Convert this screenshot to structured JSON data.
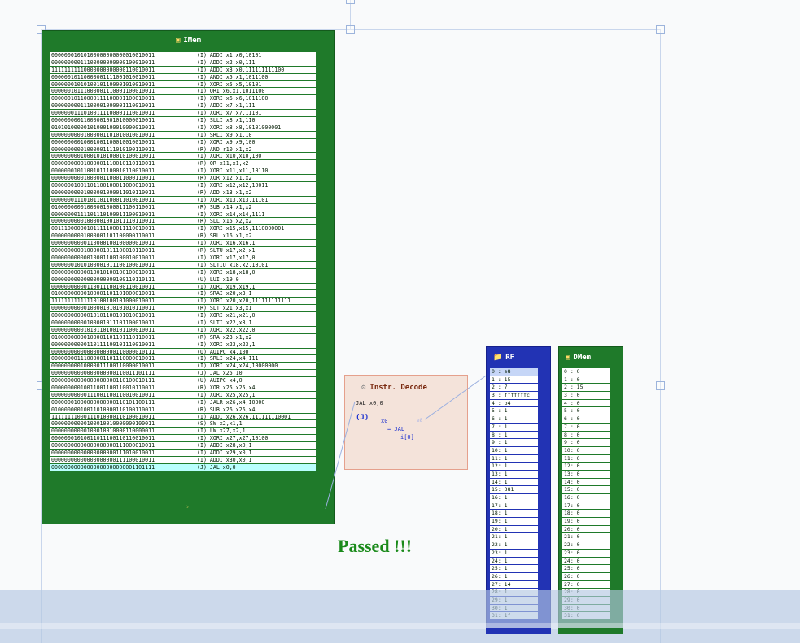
{
  "imem": {
    "icon": "chip-icon",
    "title": "IMem",
    "binary": [
      "00000001010100000000000010010011",
      "00000000011100000000000100010011",
      "11111111110000000000000110010011",
      "00000010110000001111001010010011",
      "00000001010100101100001010010011",
      "00000010111000001110001100010011",
      "00000010110000111100001100010011",
      "00000000011100001000001110010011",
      "00000001110100111100001110010011",
      "00000000011000001001010000010011",
      "01010100000101000100010000010011",
      "00000000001000001101010010010011",
      "00000000010001001100010010010011",
      "00000000001000001111010100110011",
      "00000000010001010100010100010011",
      "00000000001000001110010110110011",
      "00000001011001011100010110010011",
      "00000000001000001100011000110011",
      "00000001001101100100011000010011",
      "00000000001000001000011010110011",
      "00000001110101101100011010010011",
      "01000000001000001000011100110011",
      "00000000111101110100011100010011",
      "00000000001000001001011110110011",
      "00111000000101111100011110010011",
      "00000000001000001101100000110011",
      "00000000000110000100100000010011",
      "00000000001000001011100010110011",
      "00000000000010001100100010010011",
      "00000001010100001011100100010011",
      "00000000000010010100100100010011",
      "00000000000000000000100110110111",
      "00000000000110011100100110010011",
      "01000000000100001101101000010011",
      "11111111111110100100101000010011",
      "00000000000100001010101010110011",
      "00000000000010101100101010010011",
      "00000000000100001011101100010011",
      "00000000001010110100101100010011",
      "01000000000100001101101110110011",
      "00000000000110111100101110010011",
      "00000000000000000000110000010111",
      "00000000111000001101110000010011",
      "00000000010000011100110000010011",
      "00000000000000000000110011101111",
      "00000000000000000000110100010111",
      "00000000010011001100110010110011",
      "00000000000111001100110010010011",
      "00000001000000000000110101100111",
      "01000000010011010000110100110011",
      "11111111000111010000110100010011",
      "00000000000100010010000000100011",
      "00000000000100010010000110000011",
      "00000001010011011100110110010011",
      "00000000000000000000111000010011",
      "00000000000000000000111010010011",
      "00000000000000000000111100010011",
      "00000000000000000000000001101111"
    ],
    "asm": [
      "(I) ADDI x1,x0,10101",
      "(I) ADDI x2,x0,111",
      "(I) ADDI x3,x0,111111111100",
      "(I) ANDI x5,x1,1011100",
      "(I) XORI x5,x5,10101",
      "(I) ORI x6,x1,1011100",
      "(I) XORI x6,x6,1011100",
      "(I) ADDI x7,x1,111",
      "(I) XORI x7,x7,11101",
      "(I) SLLI x8,x1,110",
      "(I) XORI x8,x8,10101000001",
      "(I) SRLI x9,x1,10",
      "(I) XORI x9,x9,100",
      "(R) AND r10,x1,x2",
      "(I) XORI x10,x10,100",
      "(R) OR x11,x1,x2",
      "(I) XORI x11,x11,10110",
      "(R) XOR x12,x1,x2",
      "(I) XORI x12,x12,10011",
      "(R) ADD x13,x1,x2",
      "(I) XORI x13,x13,11101",
      "(R) SUB x14,x1,x2",
      "(I) XORI x14,x14,1111",
      "(R) SLL x15,x2,x2",
      "(I) XORI x15,x15,1110000001",
      "(R) SRL x16,x1,x2",
      "(I) XORI x16,x16,1",
      "(R) SLTU x17,x2,x1",
      "(I) XORI x17,x17,0",
      "(I) SLTIU x18,x2,10101",
      "(I) XORI x18,x18,0",
      "(U) LUI x19,0",
      "(I) XORI x19,x19,1",
      "(I) SRAI x20,x3,1",
      "(I) XORI x20,x20,111111111111",
      "(R) SLT x21,x3,x1",
      "(I) XORI x21,x21,0",
      "(I) SLTI x22,x3,1",
      "(I) XORI x22,x22,0",
      "(R) SRA x23,x1,x2",
      "(I) XORI x23,x23,1",
      "(U) AUIPC x4,100",
      "(I) SRLI x24,x4,111",
      "(I) XORI x24,x24,10000000",
      "(J) JAL x25,10",
      "(U) AUIPC x4,0",
      "(R) XOR x25,x25,x4",
      "(I) XORI x25,x25,1",
      "(I) JALR x26,x4,10000",
      "(R) SUB x26,x26,x4",
      "(I) ADDI x26,x26,111111110001",
      "(S) SW x2,x1,1",
      "(I) LW x27,x2,1",
      "(I) XORI x27,x27,10100",
      "(I) ADDI x28,x0,1",
      "(I) ADDI x29,x0,1",
      "(I) ADDI x30,x0,1",
      "(J) JAL x0,0"
    ],
    "current_index": 57,
    "pointer_icon": "pointing-hand-icon"
  },
  "decode": {
    "icon": "gear-icon",
    "title": "Instr. Decode",
    "instr": "JAL x0,0",
    "type": "(J)",
    "rd": "x0",
    "eq": "= JAL",
    "imm": "i[0]",
    "value": "e8"
  },
  "rf": {
    "icon": "folder-icon",
    "title": "RF",
    "items": [
      "0 : e8",
      "1 : 15",
      "2 : 7",
      "3 : fffffffc",
      "4 : b4",
      "5 : 1",
      "6 : 1",
      "7 : 1",
      "8 : 1",
      "9 : 1",
      "10: 1",
      "11: 1",
      "12: 1",
      "13: 1",
      "14: 1",
      "15: 381",
      "16: 1",
      "17: 1",
      "18: 1",
      "19: 1",
      "20: 1",
      "21: 1",
      "22: 1",
      "23: 1",
      "24: 1",
      "25: 1",
      "26: 1",
      "27: 14",
      "28: 1",
      "29: 1",
      "30: 1",
      "31: 1f"
    ],
    "highlight_index": 0
  },
  "dmem": {
    "icon": "chip-icon",
    "title": "DMem",
    "items": [
      "0 : 0",
      "1 : 0",
      "2 : 15",
      "3 : 0",
      "4 : 0",
      "5 : 0",
      "6 : 0",
      "7 : 0",
      "8 : 0",
      "9 : 0",
      "10: 0",
      "11: 0",
      "12: 0",
      "13: 0",
      "14: 0",
      "15: 0",
      "16: 0",
      "17: 0",
      "18: 0",
      "19: 0",
      "20: 0",
      "21: 0",
      "22: 0",
      "23: 0",
      "24: 0",
      "25: 0",
      "26: 0",
      "27: 0",
      "28: 0",
      "29: 0",
      "30: 0",
      "31: 0"
    ]
  },
  "status": {
    "text": "Passed !!!",
    "color": "#1a8a1a"
  }
}
